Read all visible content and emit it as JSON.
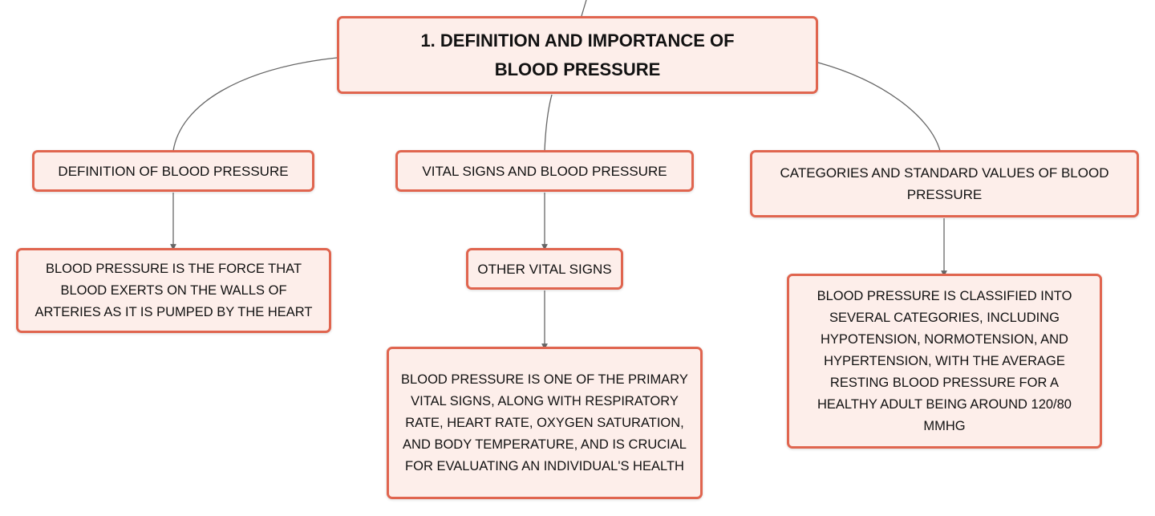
{
  "colors": {
    "node_fill": "#fdeeea",
    "node_border": "#e0654f",
    "connector": "#666666"
  },
  "root": {
    "label": "1. DEFINITION AND IMPORTANCE OF BLOOD PRESSURE"
  },
  "branches": [
    {
      "label": "DEFINITION OF BLOOD PRESSURE",
      "children": [
        {
          "label": "BLOOD PRESSURE IS THE FORCE THAT BLOOD EXERTS ON THE WALLS OF ARTERIES AS IT IS PUMPED BY THE HEART"
        }
      ]
    },
    {
      "label": "VITAL SIGNS AND BLOOD PRESSURE",
      "children": [
        {
          "label": "OTHER VITAL SIGNS",
          "children": [
            {
              "label": "BLOOD PRESSURE IS ONE OF THE PRIMARY VITAL SIGNS, ALONG WITH RESPIRATORY RATE, HEART RATE, OXYGEN SATURATION, AND BODY TEMPERATURE, AND IS CRUCIAL FOR EVALUATING AN INDIVIDUAL'S HEALTH"
            }
          ]
        }
      ]
    },
    {
      "label": "CATEGORIES AND STANDARD VALUES OF BLOOD PRESSURE",
      "children": [
        {
          "label": "BLOOD PRESSURE IS CLASSIFIED INTO SEVERAL CATEGORIES, INCLUDING HYPOTENSION, NORMOTENSION, AND HYPERTENSION, WITH THE AVERAGE RESTING BLOOD PRESSURE FOR A HEALTHY ADULT BEING AROUND 120/80 MMHG"
        }
      ]
    }
  ]
}
